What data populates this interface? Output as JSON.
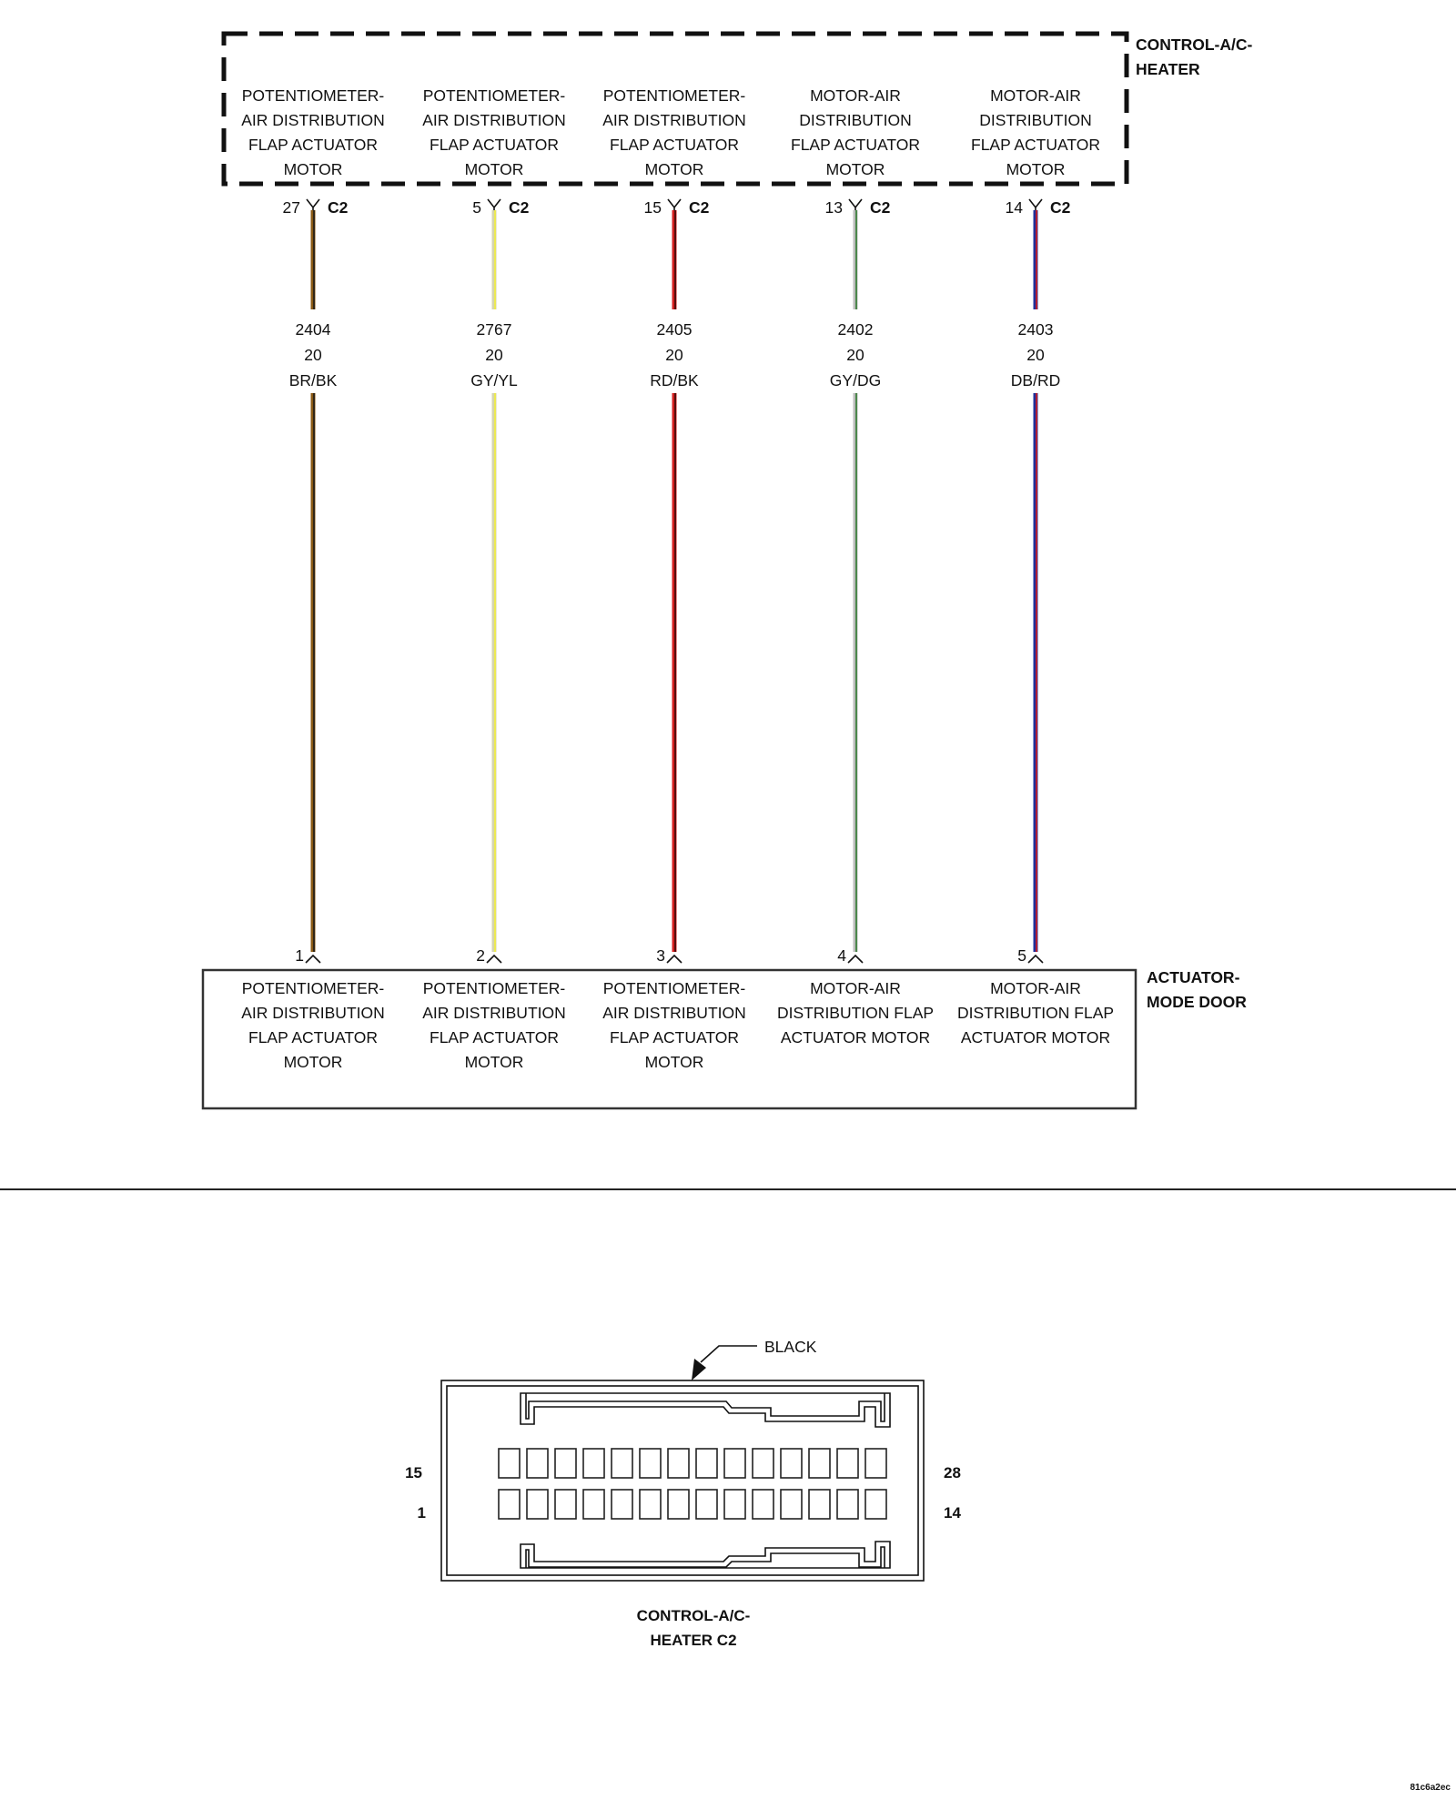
{
  "top_component": {
    "name_line1": "CONTROL-A/C-",
    "name_line2": "HEATER",
    "connector": "C2",
    "pins": [
      {
        "pin": "27",
        "lines": [
          "POTENTIOMETER-",
          "AIR DISTRIBUTION",
          "FLAP ACTUATOR",
          "MOTOR"
        ]
      },
      {
        "pin": "5",
        "lines": [
          "POTENTIOMETER-",
          "AIR DISTRIBUTION",
          "FLAP ACTUATOR",
          "MOTOR"
        ]
      },
      {
        "pin": "15",
        "lines": [
          "POTENTIOMETER-",
          "AIR DISTRIBUTION",
          "FLAP ACTUATOR",
          "MOTOR"
        ]
      },
      {
        "pin": "13",
        "lines": [
          "MOTOR-AIR",
          "DISTRIBUTION",
          "FLAP ACTUATOR",
          "MOTOR"
        ]
      },
      {
        "pin": "14",
        "lines": [
          "MOTOR-AIR",
          "DISTRIBUTION",
          "FLAP ACTUATOR",
          "MOTOR"
        ]
      }
    ]
  },
  "wires": [
    {
      "circuit": "2404",
      "gauge": "20",
      "color_code": "BR/BK",
      "base_color": "#8B5A14",
      "stripe_color": "#1a1a1a"
    },
    {
      "circuit": "2767",
      "gauge": "20",
      "color_code": "GY/YL",
      "base_color": "#d4d4b0",
      "stripe_color": "#f2ee3a"
    },
    {
      "circuit": "2405",
      "gauge": "20",
      "color_code": "RD/BK",
      "base_color": "#d42020",
      "stripe_color": "#3a0a0a"
    },
    {
      "circuit": "2402",
      "gauge": "20",
      "color_code": "GY/DG",
      "base_color": "#bdbdbd",
      "stripe_color": "#2f7a2f"
    },
    {
      "circuit": "2403",
      "gauge": "20",
      "color_code": "DB/RD",
      "base_color": "#1f2f9a",
      "stripe_color": "#d41a1a"
    }
  ],
  "bottom_component": {
    "name_line1": "ACTUATOR-",
    "name_line2": "MODE DOOR",
    "pins": [
      {
        "pin": "1",
        "lines": [
          "POTENTIOMETER-",
          "AIR DISTRIBUTION",
          "FLAP ACTUATOR",
          "MOTOR"
        ]
      },
      {
        "pin": "2",
        "lines": [
          "POTENTIOMETER-",
          "AIR DISTRIBUTION",
          "FLAP ACTUATOR",
          "MOTOR"
        ]
      },
      {
        "pin": "3",
        "lines": [
          "POTENTIOMETER-",
          "AIR DISTRIBUTION",
          "FLAP ACTUATOR",
          "MOTOR"
        ]
      },
      {
        "pin": "4",
        "lines": [
          "MOTOR-AIR",
          "DISTRIBUTION FLAP",
          "ACTUATOR MOTOR"
        ]
      },
      {
        "pin": "5",
        "lines": [
          "MOTOR-AIR",
          "DISTRIBUTION FLAP",
          "ACTUATOR MOTOR"
        ]
      }
    ]
  },
  "connector_view": {
    "color_label": "BLACK",
    "pin_label_top_left": "15",
    "pin_label_bottom_left": "1",
    "pin_label_top_right": "28",
    "pin_label_bottom_right": "14",
    "cavities_per_row": 14,
    "caption_line1": "CONTROL-A/C-",
    "caption_line2": "HEATER C2"
  },
  "footer_code": "81c6a2ec"
}
